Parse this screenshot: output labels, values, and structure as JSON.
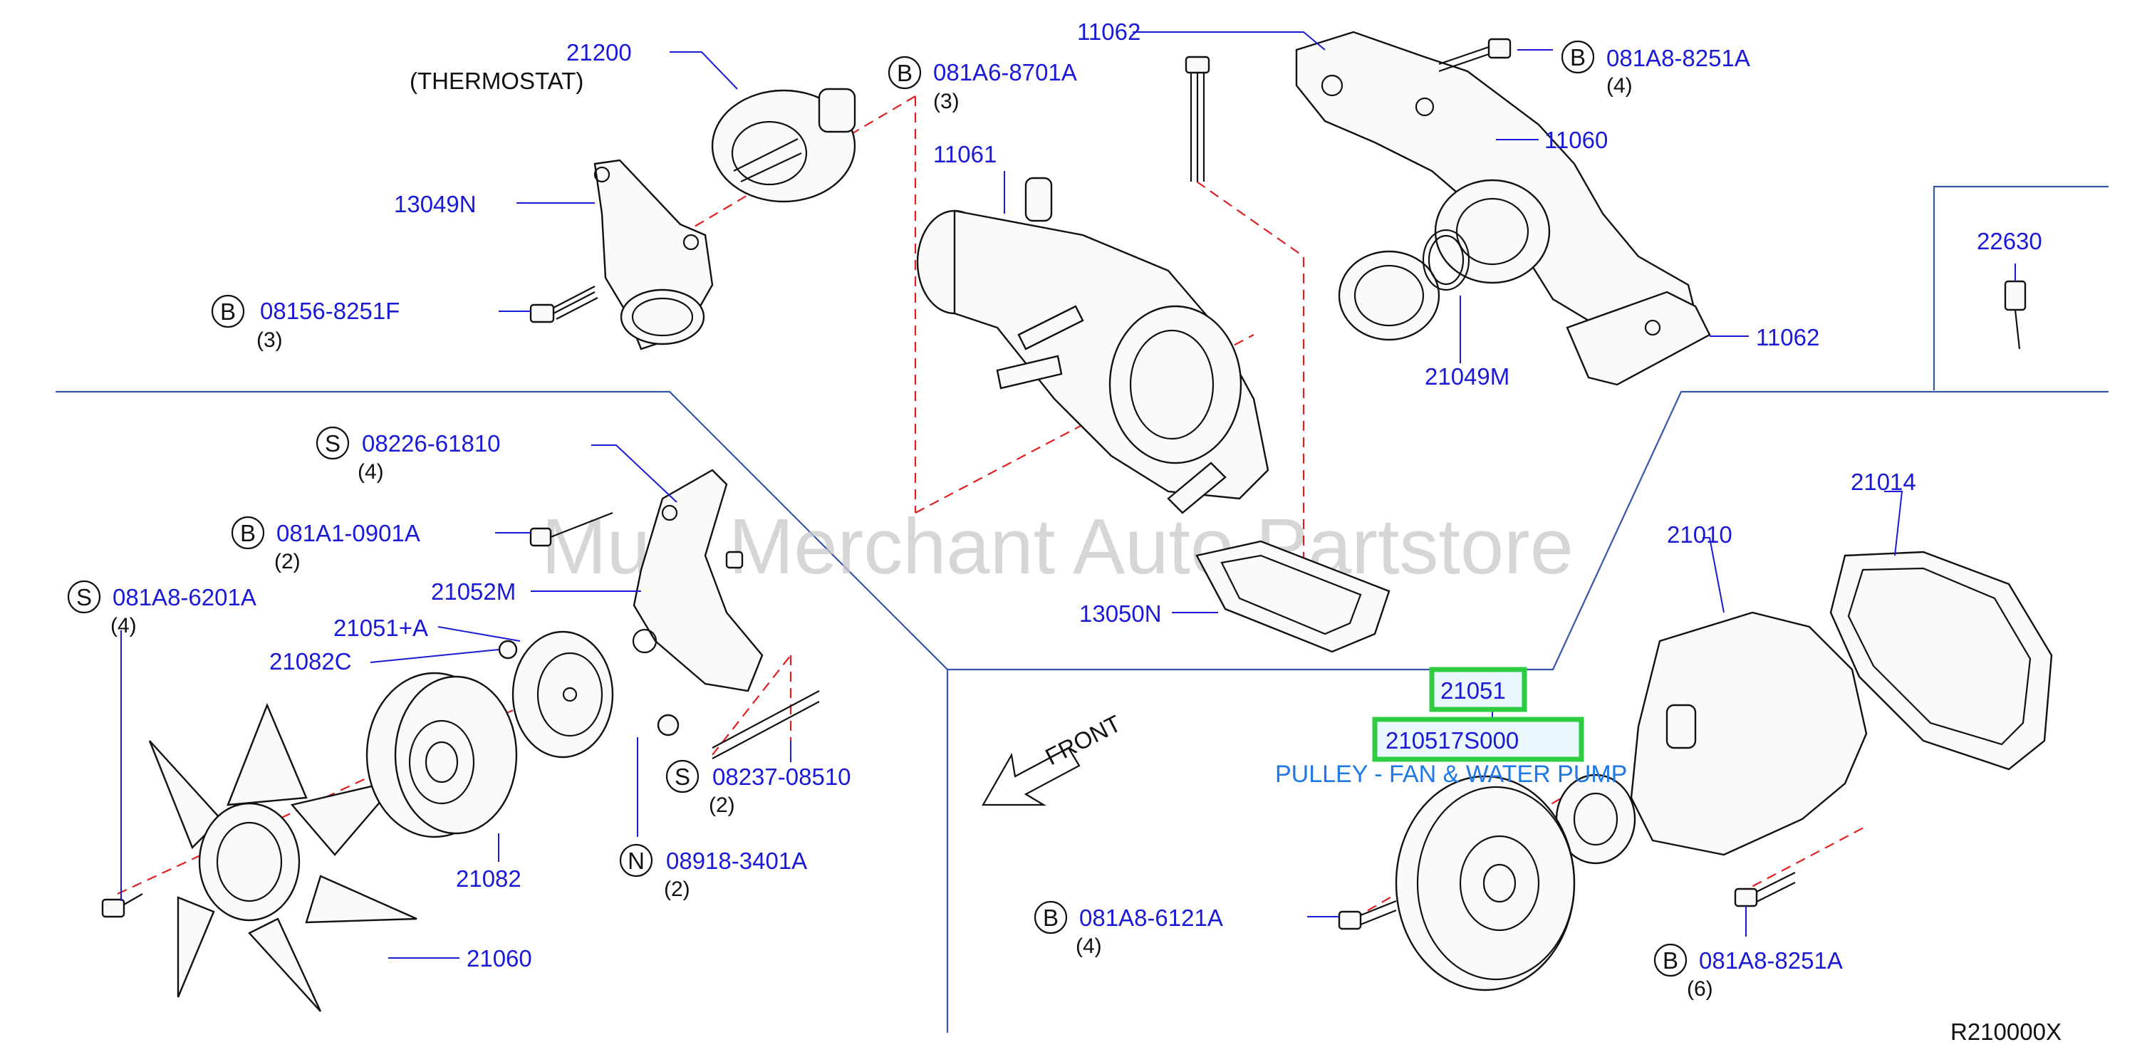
{
  "labels": {
    "p21200": "21200",
    "thermostat": "(THERMOSTAT)",
    "b081a6": "081A6-8701A",
    "q081a6": "(3)",
    "p11062a": "11062",
    "b081a8a": "081A8-8251A",
    "q081a8a": "(4)",
    "p11060": "11060",
    "p11061": "11061",
    "p13049n": "13049N",
    "b08156": "08156-8251F",
    "q08156": "(3)",
    "p22630": "22630",
    "p11062b": "11062",
    "p21049m": "21049M",
    "s08226": "08226-61810",
    "q08226": "(4)",
    "b081a1": "081A1-0901A",
    "q081a1": "(2)",
    "s081a8": "081A8-6201A",
    "q081a8s": "(4)",
    "p21052m": "21052M",
    "p21051a": "21051+A",
    "p21082c": "21082C",
    "p21014": "21014",
    "p21010": "21010",
    "p13050n": "13050N",
    "p21051": "21051",
    "p210517s": "210517S000",
    "pulley": "PULLEY - FAN & WATER PUMP",
    "s08237": "08237-08510",
    "q08237": "(2)",
    "n08918": "08918-3401A",
    "q08918": "(2)",
    "p21082": "21082",
    "p21060": "21060",
    "b081a8b": "081A8-6121A",
    "q081a8b": "(4)",
    "b081a8c": "081A8-8251A",
    "q081a8c": "(6)",
    "front": "FRONT",
    "ref": "R210000X",
    "watermark": "Multi Merchant Auto Partstore"
  },
  "markers": {
    "bolt": "B",
    "stud": "S",
    "nut": "N"
  },
  "colors": {
    "part_number": "#1a1ad6",
    "highlight": "#2ecc40",
    "pulley_label": "#1e78e6",
    "dashed_axis": "#e02020",
    "frame_line": "#3355aa"
  }
}
